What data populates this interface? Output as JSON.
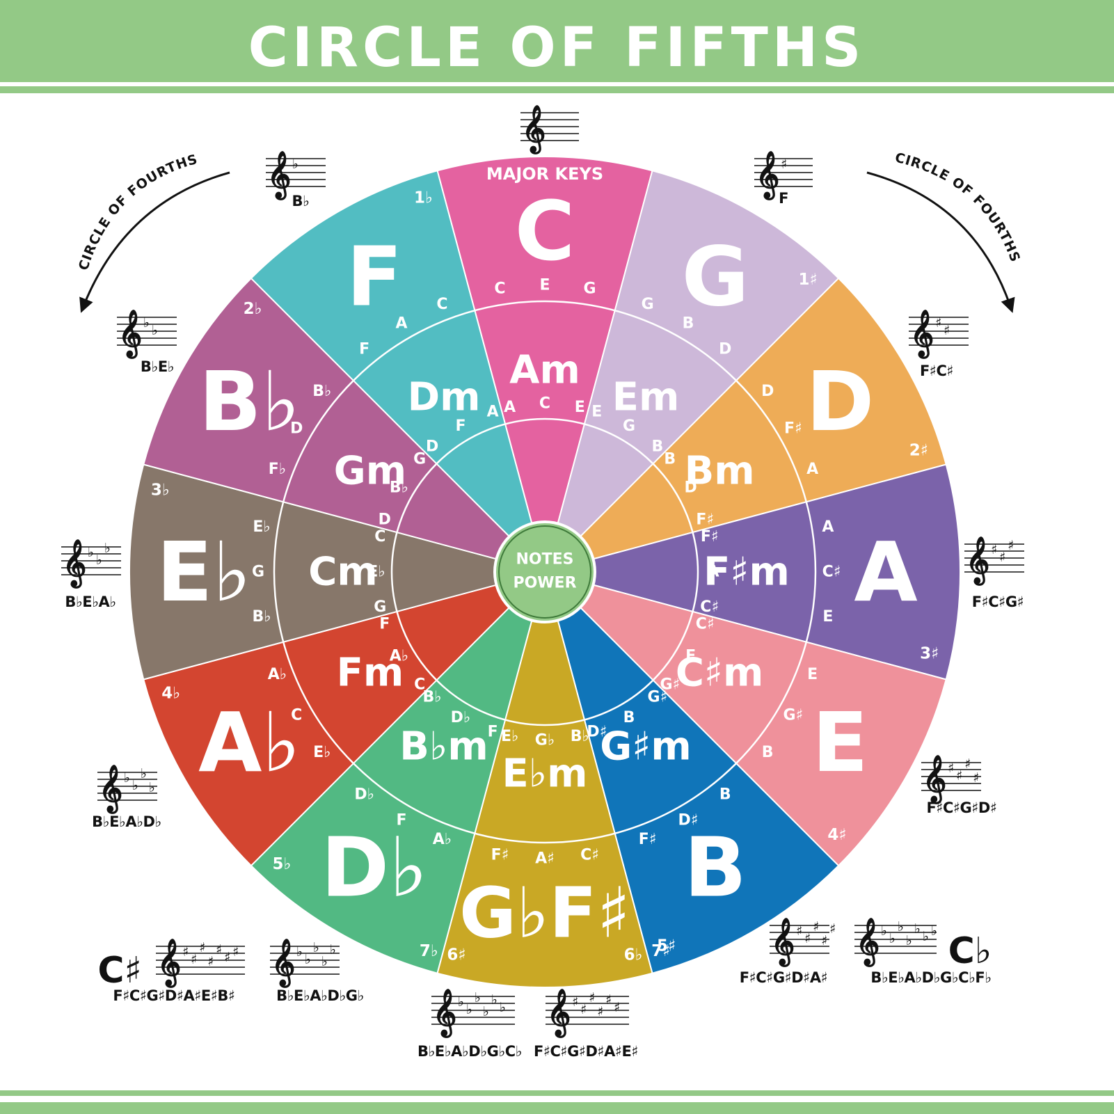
{
  "title": "CIRCLE OF FIFTHS",
  "colors": {
    "band": "#93c986",
    "center": "#93c986",
    "ring": "#ffffff",
    "segments": [
      "#e462a0",
      "#cdb8d9",
      "#eeac57",
      "#7b63aa",
      "#ef919b",
      "#1075b9",
      "#c9a825",
      "#52b983",
      "#d34530",
      "#87776a",
      "#b16094",
      "#52bdc2"
    ]
  },
  "center": {
    "line1": "NOTES",
    "line2": "POWER"
  },
  "major_label": "MAJOR KEYS",
  "circle_of_fourths": "CIRCLE OF FOURTHS",
  "segments": [
    {
      "major": "C",
      "minor": "Am",
      "sig": "",
      "major_notes": [
        "C",
        "E",
        "G"
      ],
      "minor_notes": [
        "A",
        "C",
        "E"
      ],
      "ks_label": ""
    },
    {
      "major": "G",
      "minor": "Em",
      "sig": "1♯",
      "major_notes": [
        "G",
        "B",
        "D"
      ],
      "minor_notes": [
        "E",
        "G",
        "B"
      ],
      "ks_label": "F"
    },
    {
      "major": "D",
      "minor": "Bm",
      "sig": "2♯",
      "major_notes": [
        "D",
        "F♯",
        "A"
      ],
      "minor_notes": [
        "B",
        "D",
        "F♯"
      ],
      "ks_label": "F♯C♯"
    },
    {
      "major": "A",
      "minor": "F♯m",
      "sig": "3♯",
      "major_notes": [
        "A",
        "C♯",
        "E"
      ],
      "minor_notes": [
        "F♯",
        "A",
        "C♯"
      ],
      "ks_label": "F♯C♯G♯"
    },
    {
      "major": "E",
      "minor": "C♯m",
      "sig": "4♯",
      "major_notes": [
        "E",
        "G♯",
        "B"
      ],
      "minor_notes": [
        "C♯",
        "E",
        "G♯"
      ],
      "ks_label": "F♯C♯G♯D♯"
    },
    {
      "major": "B",
      "minor": "G♯m",
      "sig": "5♯",
      "major_notes": [
        "B",
        "D♯",
        "F♯"
      ],
      "minor_notes": [
        "G♯",
        "B",
        "D♯"
      ],
      "ks_label": "F♯C♯G♯D♯A♯"
    },
    {
      "major": "G♭F♯",
      "minor": "E♭m",
      "sig_left": "6♭",
      "sig_right": "6♯",
      "major_notes": [
        "C♯",
        "A♯",
        "F♯"
      ],
      "minor_notes": [
        "B♭",
        "G♭",
        "E♭"
      ]
    },
    {
      "major": "D♭",
      "minor": "B♭m",
      "sig": "5♭",
      "major_notes": [
        "A♭",
        "F",
        "D♭"
      ],
      "minor_notes": [
        "F",
        "D♭",
        "B♭"
      ],
      "ks_label": "B♭E♭A♭D♭G♭"
    },
    {
      "major": "A♭",
      "minor": "Fm",
      "sig": "4♭",
      "major_notes": [
        "E♭",
        "C",
        "A♭"
      ],
      "minor_notes": [
        "C",
        "A♭",
        "F"
      ],
      "ks_label": "B♭E♭A♭D♭"
    },
    {
      "major": "E♭",
      "minor": "Cm",
      "sig": "3♭",
      "major_notes": [
        "B♭",
        "G",
        "E♭"
      ],
      "minor_notes": [
        "G",
        "E♭",
        "C"
      ],
      "ks_label": "B♭E♭A♭"
    },
    {
      "major": "B♭",
      "minor": "Gm",
      "sig": "2♭",
      "major_notes": [
        "F♭",
        "D",
        "B♭"
      ],
      "minor_notes": [
        "D",
        "B♭",
        "G"
      ],
      "ks_label": "B♭E♭"
    },
    {
      "major": "F",
      "minor": "Dm",
      "sig": "1♭",
      "major_notes": [
        "F",
        "A",
        "C"
      ],
      "minor_notes": [
        "D",
        "F",
        "A"
      ],
      "ks_label": "B♭"
    }
  ],
  "seven_sig": {
    "left": "7♯",
    "right": "7♭"
  },
  "extra_keys": {
    "c_sharp": {
      "name": "C♯",
      "label": "F♯C♯G♯D♯A♯E♯B♯"
    },
    "c_flat": {
      "name": "C♭",
      "label": "B♭E♭A♭D♭G♭C♭F♭"
    },
    "g_flat": {
      "label": "B♭E♭A♭D♭G♭C♭"
    },
    "f_sharp": {
      "label": "F♯C♯G♯D♯A♯E♯"
    }
  }
}
